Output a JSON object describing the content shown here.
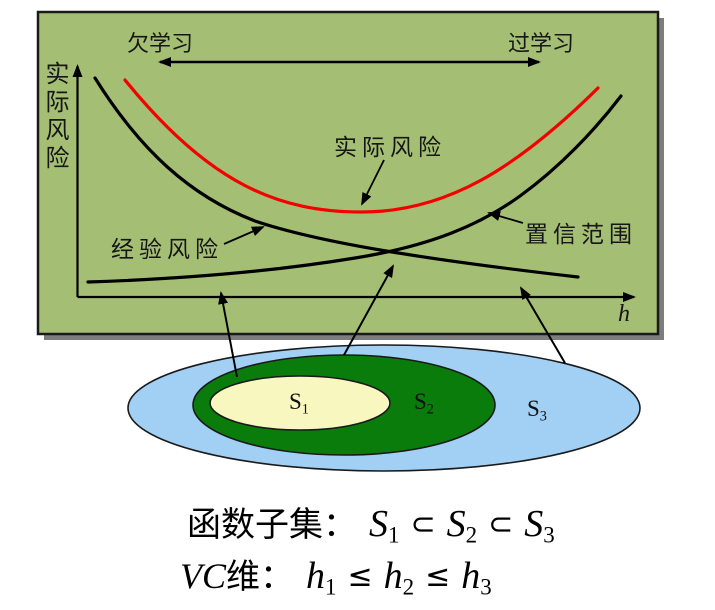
{
  "figure": {
    "panel": {
      "background": "#a4bf74",
      "border": "#1a1a1a",
      "shadow": "#7d7d7d"
    },
    "axis": {
      "y_label": "实际风险",
      "x_label": "h"
    },
    "top_labels": {
      "left": "欠学习",
      "right": "过学习"
    },
    "curves": {
      "actual_risk": {
        "label": "实际风险",
        "color": "#f40000"
      },
      "empirical_risk": {
        "label": "经验风险",
        "color": "#000000"
      },
      "confidence_range": {
        "label": "置信范围",
        "color": "#000000"
      }
    }
  },
  "sets": {
    "s1": {
      "base": "S",
      "sub": "1",
      "fill": "#f9f7c0"
    },
    "s2": {
      "base": "S",
      "sub": "2",
      "fill": "#0a7c0c"
    },
    "s3": {
      "base": "S",
      "sub": "3",
      "fill": "#a2d0f5"
    }
  },
  "formulas": {
    "line1": {
      "prefix": "函数子集：",
      "v1": "S",
      "b1": "1",
      "op1": "⊂",
      "v2": "S",
      "b2": "2",
      "op2": "⊂",
      "v3": "S",
      "b3": "3"
    },
    "line2": {
      "prefix_italic": "VC",
      "prefix": "维：",
      "v1": "h",
      "b1": "1",
      "op1": "≤",
      "v2": "h",
      "b2": "2",
      "op2": "≤",
      "v3": "h",
      "b3": "3"
    }
  }
}
